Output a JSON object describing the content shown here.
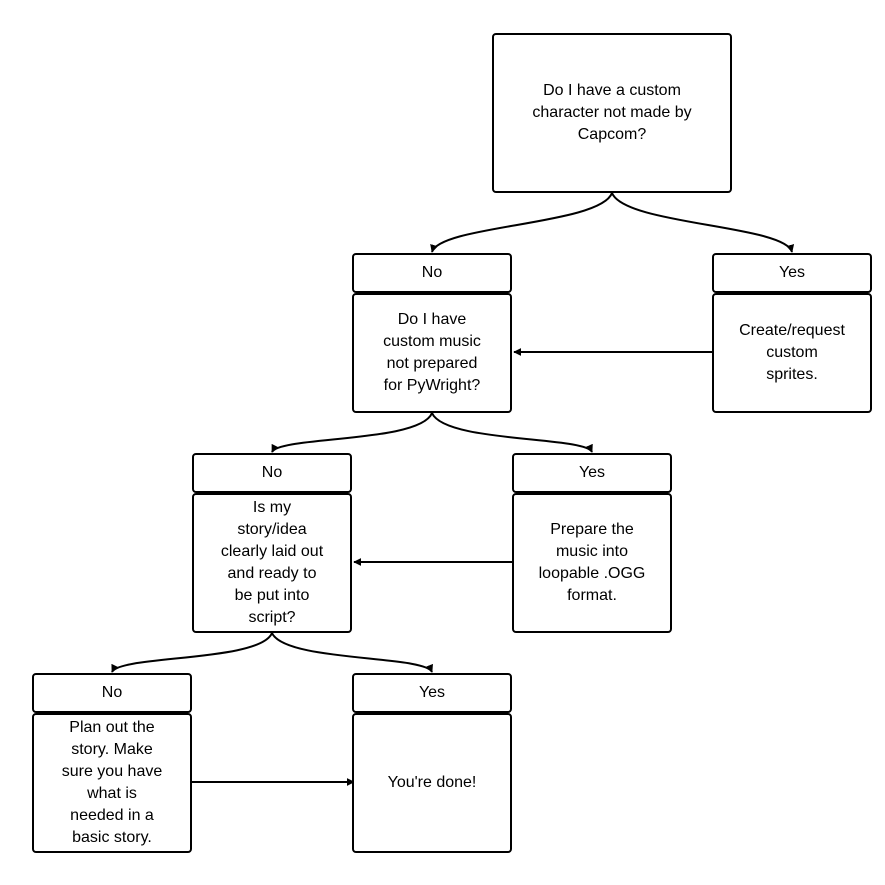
{
  "colors": {
    "stroke": "#000000",
    "background": "#ffffff",
    "text": "#000000"
  },
  "nodes": {
    "q1": "Do I have a custom\ncharacter not made by\nCapcom?",
    "q1_no": "No",
    "q1_yes": "Yes",
    "q1_yes_action": "Create/request\ncustom\nsprites.",
    "q2": "Do I have\ncustom music\nnot prepared\nfor PyWright?",
    "q2_no": "No",
    "q2_yes": "Yes",
    "q2_yes_action": "Prepare the\nmusic into\nloopable .OGG\nformat.",
    "q3": "Is my\nstory/idea\nclearly laid out\nand ready to\nbe put into\nscript?",
    "q3_no": "No",
    "q3_yes": "Yes",
    "q3_no_action": "Plan out the\nstory. Make\nsure you have\nwhat is\nneeded in a\nbasic story.",
    "done": "You're done!"
  }
}
